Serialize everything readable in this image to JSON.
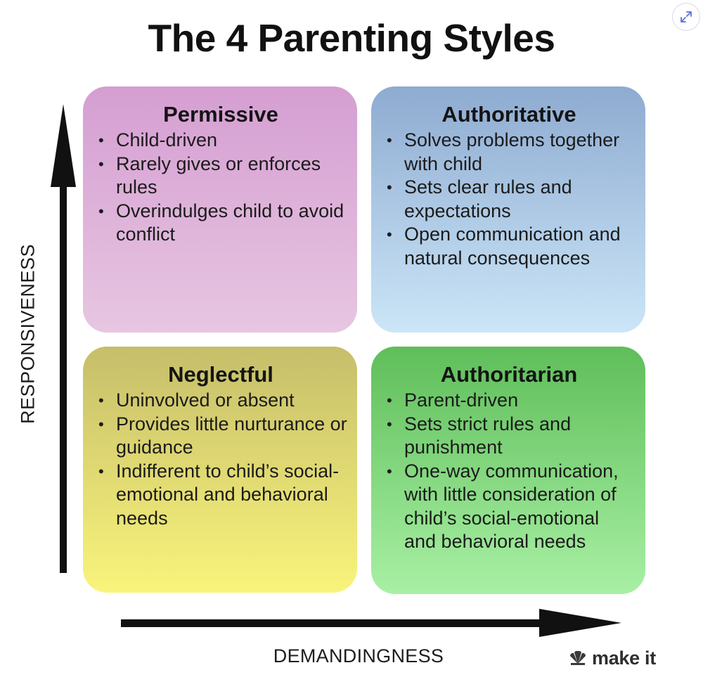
{
  "title": "The 4 Parenting Styles",
  "axes": {
    "y_label": "RESPONSIVENESS",
    "x_label": "DEMANDINGNESS"
  },
  "quadrants": {
    "permissive": {
      "title": "Permissive",
      "color_top": "#d59ed2",
      "bullets": [
        "Child-driven",
        "Rarely gives or enforces rules",
        "Overindulges child to avoid conflict"
      ]
    },
    "authoritative": {
      "title": "Authoritative",
      "color_top": "#8eabd1",
      "bullets": [
        "Solves problems together with child",
        "Sets clear rules and expectations",
        "Open communication and natural consequences"
      ]
    },
    "neglectful": {
      "title": "Neglectful",
      "color_top": "#c6be6a",
      "bullets": [
        "Uninvolved or absent",
        "Provides little nurturance or guidance",
        "Indifferent to child’s social-emotional and behavioral needs"
      ]
    },
    "authoritarian": {
      "title": "Authoritarian",
      "color_top": "#5fbe5a",
      "bullets": [
        "Parent-driven",
        "Sets strict rules and punishment",
        "One-way communication, with little consideration of child’s social-emotional and behavioral needs"
      ]
    }
  },
  "logo": {
    "text": "make it",
    "icon": "nbc-peacock-icon"
  },
  "expand_icon": "expand-arrows-icon"
}
